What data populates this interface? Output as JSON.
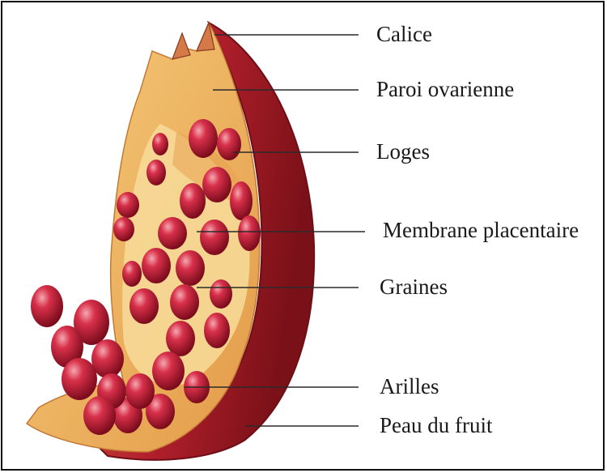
{
  "figure": {
    "title": "",
    "labels": [
      {
        "id": "calice",
        "text": "Calice"
      },
      {
        "id": "paroi",
        "text": "Paroi ovarienne"
      },
      {
        "id": "loges",
        "text": "Loges"
      },
      {
        "id": "membrane",
        "text": "Membrane placentaire"
      },
      {
        "id": "graines",
        "text": "Graines"
      },
      {
        "id": "arilles",
        "text": "Arilles"
      },
      {
        "id": "peau",
        "text": "Peau du fruit"
      }
    ],
    "colors": {
      "peel": "#b0202a",
      "peel_dark": "#7a1018",
      "pith": "#f0b860",
      "membrane": "#f7dc9a",
      "aril": "#c01830",
      "aril_highlight": "#f0a0a8",
      "leader_line": "#2a2a2a"
    }
  }
}
